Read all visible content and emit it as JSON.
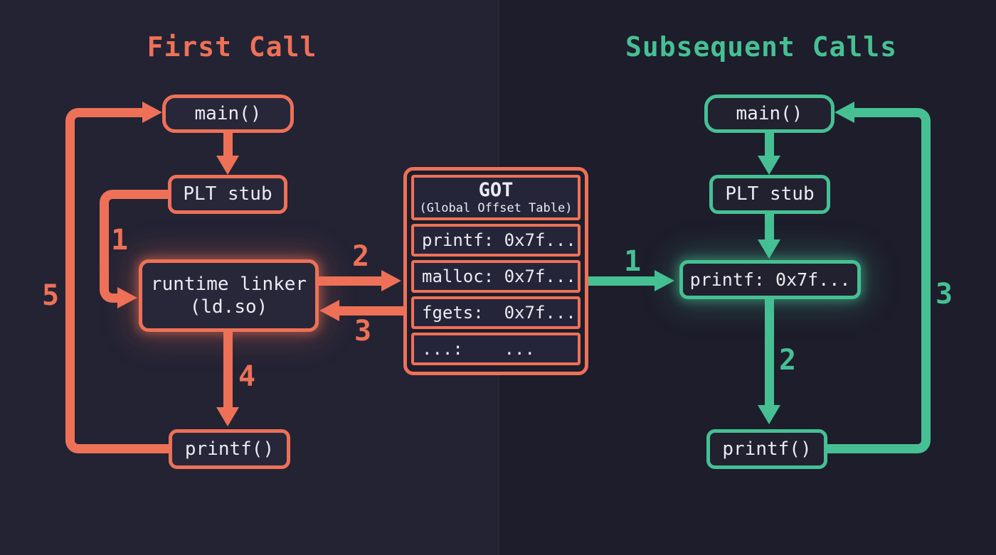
{
  "colors": {
    "salmon": "#ee7157",
    "teal": "#46c093",
    "bg_left": "#232334",
    "bg_right": "#1d1d2b",
    "box_fill_left": "#272739",
    "box_fill_right": "#212130",
    "cell_fill": "#25253a",
    "text": "#ebebf2"
  },
  "left": {
    "title": "First Call",
    "nodes": {
      "main": "main()",
      "plt": "PLT stub",
      "linker_line1": "runtime linker",
      "linker_line2": "(ld.so)",
      "printf": "printf()"
    },
    "steps": [
      "1",
      "2",
      "3",
      "4",
      "5"
    ]
  },
  "got": {
    "title": "GOT",
    "subtitle": "(Global Offset Table)",
    "rows": [
      {
        "name": "printf:",
        "value": "0x7f..."
      },
      {
        "name": "malloc:",
        "value": "0x7f..."
      },
      {
        "name": "fgets:",
        "value": "0x7f..."
      },
      {
        "name": "...:",
        "value": "..."
      }
    ]
  },
  "right": {
    "title": "Subsequent Calls",
    "nodes": {
      "main": "main()",
      "plt": "PLT stub",
      "entry": "printf: 0x7f...",
      "printf": "printf()"
    },
    "steps": [
      "1",
      "2",
      "3"
    ]
  }
}
